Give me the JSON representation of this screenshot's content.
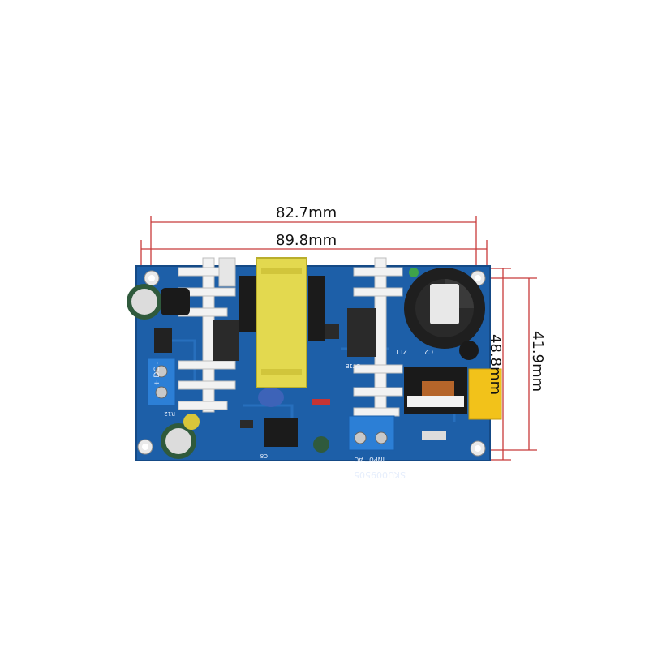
{
  "dimensions": {
    "top_inner": "82.7mm",
    "top_outer": "89.8mm",
    "right_outer": "48.8mm",
    "right_inner": "41.9mm"
  },
  "board": {
    "silk_model": "SKU009505",
    "silk_input": "INPUT AC",
    "silk_output": "+ DC -",
    "silk_c2": "C2",
    "silk_zl1": "ZL1",
    "silk_r12": "R12",
    "silk_c8": "C8",
    "silk_bt": "BT1B"
  },
  "colors": {
    "pcb": "#1d5fa8",
    "pcb_edge": "#154a86",
    "dim_line": "#c83a3a",
    "transformer": "#e3d94f",
    "terminal": "#2c7fd6",
    "heatsink": "#f2f2f2",
    "fuse_cap": "#f2c21a"
  }
}
